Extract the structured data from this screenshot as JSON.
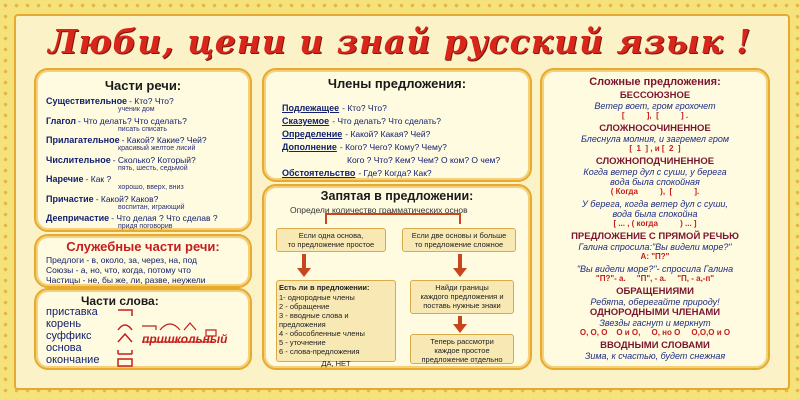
{
  "title": "Люби, цени и знай русский язык !",
  "parts_of_speech": {
    "heading": "Части речи:",
    "rows": [
      {
        "term": "Существительное",
        "desc": "- Кто?   Что?",
        "examples": "ученик  дом"
      },
      {
        "term": "Глагол",
        "desc": "- Что делать? Что сделать?",
        "examples": "писать        списать"
      },
      {
        "term": "Прилагательное",
        "desc": "- Какой? Какие? Чей?",
        "examples": "красивый  желтое лисий"
      },
      {
        "term": "Числительное",
        "desc": "- Сколько? Который?",
        "examples": "пять, шесть, седьмой"
      },
      {
        "term": "Наречие",
        "desc": "- Как ?",
        "examples": "хорошо, вверх, вниз"
      },
      {
        "term": "Причастие",
        "desc": "- Какой? Каков?",
        "examples": "воспитан, играющий"
      },
      {
        "term": "Деепричастие",
        "desc": "- Что делая ? Что сделав ?",
        "examples": "придя        поговорив"
      }
    ]
  },
  "service_parts": {
    "heading": "Служебные части речи:",
    "lines": [
      "Предлоги - в, около, за, через, на, под",
      "Союзы - а, но, что, когда, потому что",
      "Частицы - не, бы же, ли, разве, неужели"
    ]
  },
  "word_parts": {
    "heading": "Части слова:",
    "items": [
      "приставка",
      "корень",
      "суффикс",
      "основа",
      "окончание"
    ],
    "example_word": "пришкольный"
  },
  "sentence_members": {
    "heading": "Члены предложения:",
    "rows": [
      {
        "term": "Подлежащее",
        "desc": "- Кто? Что?"
      },
      {
        "term": "Сказуемое",
        "desc": "- Что делать? Что сделать?"
      },
      {
        "term": "Определение",
        "desc": "- Какой? Какая? Чей?"
      },
      {
        "term": "Дополнение",
        "desc": "- Кого? Чего? Кому? Чему?"
      },
      {
        "term": "",
        "desc": "Кого ? Что? Кем? Чем? О ком? О чем?"
      },
      {
        "term": "Обстоятельство",
        "desc": "- Где? Когда? Как?"
      }
    ]
  },
  "comma": {
    "heading": "Запятая в предложении:",
    "subheading": "Определи  количество  грамматических  основ",
    "left_top": "Если одна основа,\nто предложение простое",
    "right_top": "Если две основы и больше\nто предложение сложное",
    "left_list_title": "Есть ли в предложении:",
    "left_list": [
      "1- однородные члены",
      "2 - обращение",
      "3 - вводные слова и предложения",
      "4 - обособленные члены",
      "5 - уточнение",
      "6 - слова-предложения"
    ],
    "left_answer": "ДА, НЕТ",
    "right_mid": "Найди границы\nкаждого предложения и\nпоставь нужные знаки",
    "right_bottom": "Теперь рассмотри\nкаждое простое\nпредложение отдельно"
  },
  "complex": {
    "heading": "Сложные предложения:",
    "sections": [
      {
        "title": "БЕССОЮЗНОЕ",
        "example": "Ветер воет, гром грохочет",
        "scheme": "[          ],  [          ] ."
      },
      {
        "title": "СЛОЖНОСОЧИНЕННОЕ",
        "example": "Блеснула молния, и загремел гром",
        "scheme": "[  1  ] , и [  2  ]"
      },
      {
        "title": "СЛОЖНОПОДЧИНЕННОЕ",
        "example": "Когда ветер дул с суши, у берега\nвода была спокойная",
        "scheme": "( Когда          ),  [          ]."
      },
      {
        "title": "",
        "example": "У берега, когда ветер дул с суши,\nвода была спокойна",
        "scheme": "[ ... , ( когда          ) ... ]"
      },
      {
        "title": "ПРЕДЛОЖЕНИЕ С ПРЯМОЙ РЕЧЬЮ",
        "example": "Галина спросила:\"Вы видели море?\"",
        "scheme": "А: \"П?\""
      },
      {
        "title": "",
        "example": "\"Вы видели море?\"- спросила Галина",
        "scheme": "\"П?\"- а.     \"П\", - а.     \"П, - а,-п\""
      },
      {
        "title": "ОБРАЩЕНИЯМИ",
        "example": "Ребята, оберегайте природу!",
        "scheme": ""
      },
      {
        "title": "ОДНОРОДНЫМИ ЧЛЕНАМИ",
        "example": "Звезды гаснут и меркнут",
        "scheme": "О, О, О    О и О,     О, но О     О,О,О и О"
      },
      {
        "title": "ВВОДНЫМИ СЛОВАМИ",
        "example": "Зима, к счастью, будет снежная",
        "scheme": ""
      }
    ]
  }
}
